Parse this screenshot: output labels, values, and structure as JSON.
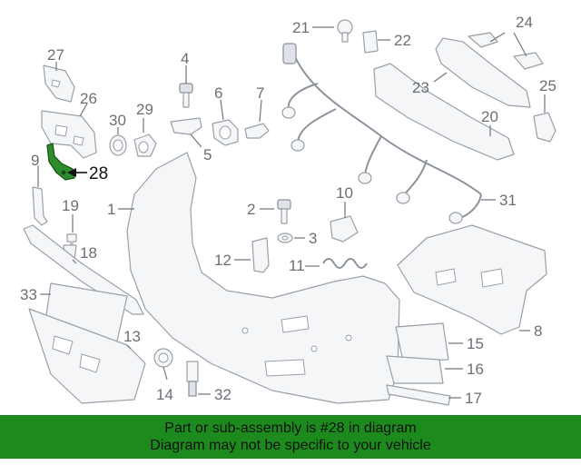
{
  "diagram": {
    "callouts": {
      "c1": "1",
      "c2": "2",
      "c3": "3",
      "c4": "4",
      "c5": "5",
      "c6": "6",
      "c7": "7",
      "c8": "8",
      "c9": "9",
      "c10": "10",
      "c11": "11",
      "c12": "12",
      "c13": "13",
      "c14": "14",
      "c15": "15",
      "c16": "16",
      "c17": "17",
      "c18": "18",
      "c19": "19",
      "c20": "20",
      "c21": "21",
      "c22": "22",
      "c23": "23",
      "c24": "24",
      "c25": "25",
      "c26": "26",
      "c27": "27",
      "c28": "28",
      "c29": "29",
      "c30": "30",
      "c31": "31",
      "c32": "32",
      "c33": "33"
    },
    "highlighted_part": "28",
    "highlight_color": "#2e8b2e"
  },
  "caption": {
    "line1": "Part or sub-assembly is #28 in diagram",
    "line2": "Diagram may not be specific to your vehicle",
    "background": "#1d8a1d"
  }
}
